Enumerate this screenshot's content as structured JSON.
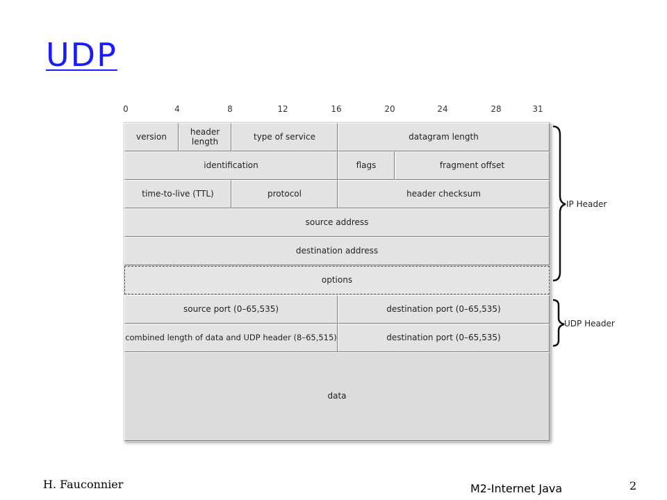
{
  "slide": {
    "title": "UDP",
    "footer_author": "H. Fauconnier",
    "footer_course": "M2-Internet Java",
    "page_number": "2"
  },
  "diagram": {
    "bit_positions": [
      "0",
      "4",
      "8",
      "12",
      "16",
      "20",
      "24",
      "28",
      "31"
    ],
    "fields": {
      "version": "version",
      "header_length": "header length",
      "type_of_service": "type of service",
      "datagram_length": "datagram length",
      "identification": "identification",
      "flags": "flags",
      "fragment_offset": "fragment offset",
      "ttl": "time-to-live (TTL)",
      "protocol": "protocol",
      "header_checksum": "header checksum",
      "source_address": "source address",
      "destination_address": "destination address",
      "options": "options",
      "source_port": "source port (0–65,535)",
      "destination_port_1": "destination port (0–65,535)",
      "combined_length": "combined length of data and UDP header (8–65,515)",
      "destination_port_2": "destination port (0–65,535)",
      "data": "data"
    },
    "ip_header_label": "IP Header",
    "udp_header_label": "UDP Header"
  }
}
